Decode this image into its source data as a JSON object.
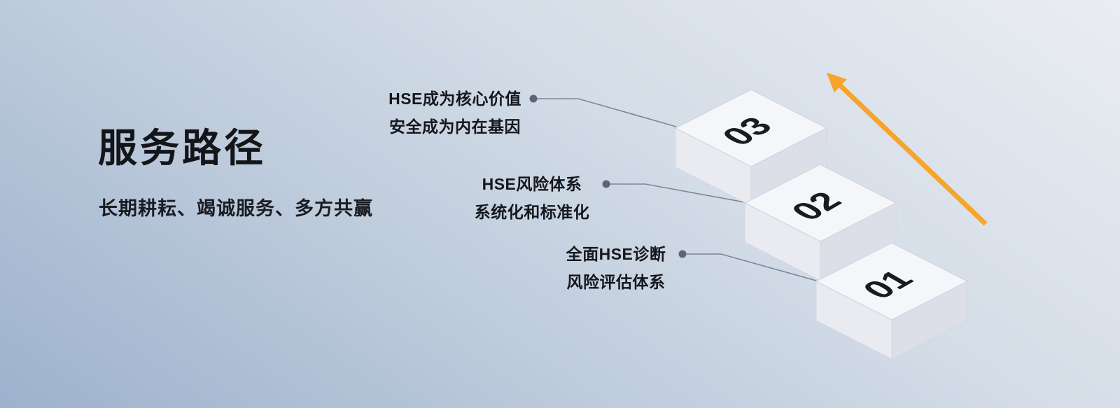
{
  "slide": {
    "title": "服务路径",
    "subtitle": "长期耕耘、竭诚服务、多方共赢"
  },
  "steps": [
    {
      "number": "03",
      "label_line1": "HSE成为核心价值",
      "label_line2": "安全成为内在基因"
    },
    {
      "number": "02",
      "label_line1": "HSE风险体系",
      "label_line2": "系统化和标准化"
    },
    {
      "number": "01",
      "label_line1": "全面HSE诊断",
      "label_line2": "风险评估体系"
    }
  ],
  "colors": {
    "arrow": "#F6A42A",
    "step_top_face": "#f5f6f9",
    "step_left_face": "#e9ebf1",
    "step_right_face": "#dcdfe7",
    "connector_line": "#7d8695",
    "connector_dot": "#5c6574",
    "background_top": "#eaedf2",
    "background_bottom": "#9db2cd"
  }
}
